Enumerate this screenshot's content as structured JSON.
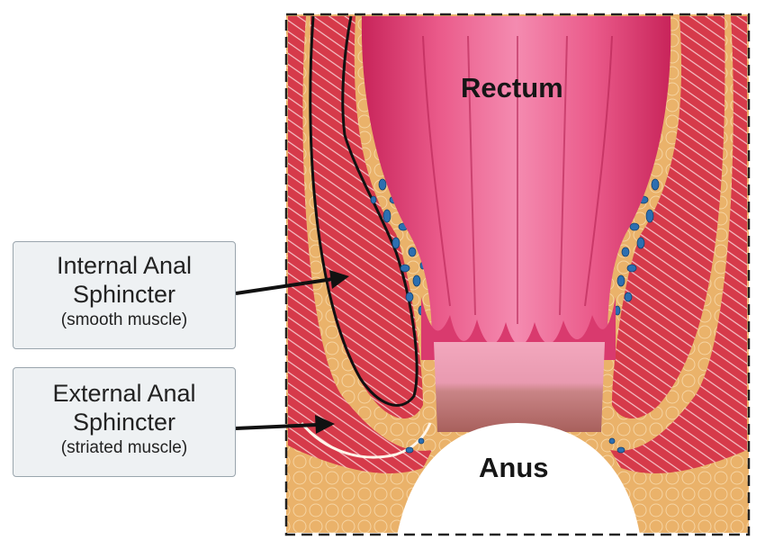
{
  "labels": {
    "rectum": "Rectum",
    "anus": "Anus"
  },
  "callouts": {
    "internal": {
      "line1": "Internal Anal",
      "line2": "Sphincter",
      "line3": "(smooth muscle)"
    },
    "external": {
      "line1": "External Anal",
      "line2": "Sphincter",
      "line3": "(striated muscle)"
    }
  },
  "colors": {
    "fat": "#e9b26a",
    "muscle": "#d9414f",
    "rectum_wall": "#e2467a",
    "vessel": "#2d6fb0",
    "callout_bg": "#eef1f3"
  }
}
